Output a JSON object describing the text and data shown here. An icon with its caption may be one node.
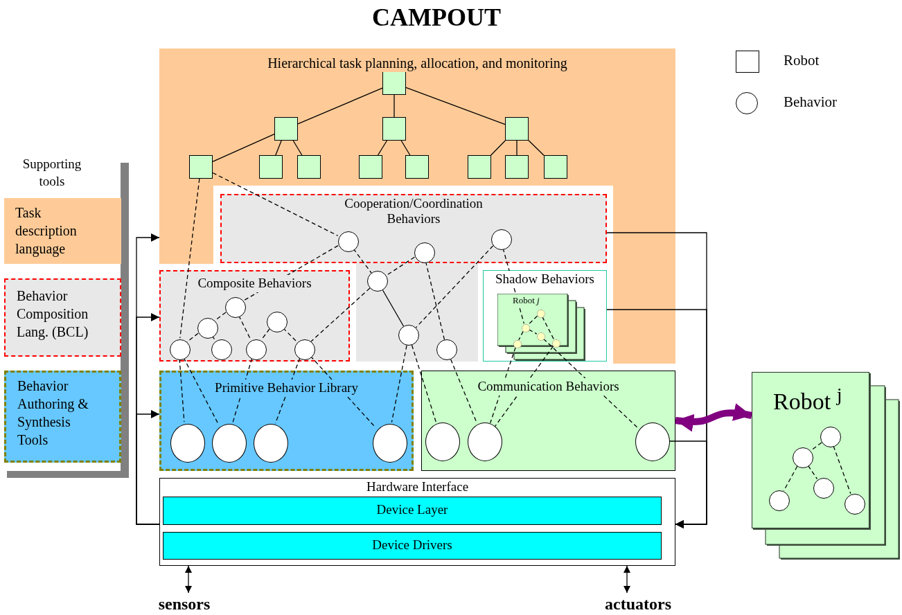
{
  "diagram": {
    "title": "CAMPOUT",
    "nodes": [
      {
        "text": [
          "Hierarchical task planning, allocation, and monitoring"
        ]
      },
      {
        "text": [],
        "shape": "box",
        "in": 0
      },
      {
        "text": [],
        "shape": "box",
        "in": 0
      },
      {
        "text": [],
        "shape": "box",
        "in": 0
      },
      {
        "text": [],
        "shape": "box",
        "in": 0
      },
      {
        "text": [],
        "shape": "box",
        "in": 0
      },
      {
        "text": [],
        "shape": "box",
        "in": 0
      },
      {
        "text": [],
        "shape": "box",
        "in": 0
      },
      {
        "text": [],
        "shape": "box",
        "in": 0
      },
      {
        "text": [],
        "shape": "box",
        "in": 0
      },
      {
        "text": [],
        "shape": "box",
        "in": 0
      },
      {
        "text": [],
        "shape": "box",
        "in": 0
      },
      {
        "text": [],
        "shape": "box",
        "in": 0
      },
      {
        "text": [
          "Cooperation/Coordination Behaviors"
        ],
        "in": 0
      },
      {
        "text": [],
        "shape": "circle",
        "in": 13
      },
      {
        "text": [],
        "shape": "circle",
        "in": 13
      },
      {
        "text": [],
        "shape": "circle",
        "in": 13
      },
      {
        "text": [],
        "shape": "circle",
        "in": 0
      },
      {
        "text": [],
        "shape": "circle",
        "in": 0
      },
      {
        "text": [],
        "shape": "circle",
        "in": 0
      },
      {
        "text": [
          "Composite Behaviors"
        ],
        "in": 0
      },
      {
        "text": [],
        "shape": "circle",
        "in": 20
      },
      {
        "text": [],
        "shape": "circle",
        "in": 20
      },
      {
        "text": [],
        "shape": "circle",
        "in": 20
      },
      {
        "text": [],
        "shape": "circle",
        "in": 20
      },
      {
        "text": [],
        "shape": "circle",
        "in": 20
      },
      {
        "text": [],
        "shape": "circle",
        "in": 20
      },
      {
        "text": [],
        "shape": "circle",
        "in": 20
      },
      {
        "text": [
          "Shadow Behaviors"
        ],
        "in": 0
      },
      {
        "text": [
          "Robot *j*"
        ],
        "in": 28
      },
      {
        "text": [],
        "shape": "circle",
        "in": 29
      },
      {
        "text": [],
        "shape": "circle",
        "in": 29
      },
      {
        "text": [],
        "shape": "circle",
        "in": 29
      },
      {
        "text": [],
        "shape": "circle",
        "in": 29
      },
      {
        "text": [],
        "shape": "circle",
        "in": 29
      },
      {
        "text": [
          "Primitive Behavior Library"
        ]
      },
      {
        "text": [],
        "shape": "circle",
        "in": 35
      },
      {
        "text": [],
        "shape": "circle",
        "in": 35
      },
      {
        "text": [],
        "shape": "circle",
        "in": 35
      },
      {
        "text": [],
        "shape": "circle",
        "in": 35
      },
      {
        "text": [
          "Communication Behaviors"
        ]
      },
      {
        "text": [],
        "shape": "circle",
        "in": 40
      },
      {
        "text": [],
        "shape": "circle",
        "in": 40
      },
      {
        "text": [],
        "shape": "circle",
        "in": 40
      },
      {
        "text": [
          "Hardware Interface"
        ]
      },
      {
        "text": [
          "Device Layer"
        ],
        "in": 44
      },
      {
        "text": [
          "Device Drivers"
        ],
        "in": 44
      },
      {
        "text": [
          "Robot $^{j}$"
        ]
      },
      {
        "text": [],
        "shape": "circle",
        "in": 47
      },
      {
        "text": [],
        "shape": "circle",
        "in": 47
      },
      {
        "text": [],
        "shape": "circle",
        "in": 47
      },
      {
        "text": [],
        "shape": "circle",
        "in": 47
      },
      {
        "text": [],
        "shape": "circle",
        "in": 47
      },
      {
        "text": [
          "Supporting tools"
        ]
      },
      {
        "text": [
          "Task description language"
        ]
      },
      {
        "text": [
          "Behavior Composition Lang. (BCL)"
        ]
      },
      {
        "text": [
          "Behavior Authoring & Synthesis Tools"
        ]
      },
      {
        "text": [
          "sensors"
        ]
      },
      {
        "text": [
          "actuators"
        ]
      }
    ],
    "edges": [
      {
        "from": 1,
        "to": 2,
        "arrow": "none"
      },
      {
        "from": 1,
        "to": 3,
        "arrow": "none"
      },
      {
        "from": 1,
        "to": 4,
        "arrow": "none"
      },
      {
        "from": 2,
        "to": 5,
        "arrow": "none"
      },
      {
        "from": 2,
        "to": 6,
        "arrow": "none"
      },
      {
        "from": 2,
        "to": 7,
        "arrow": "none"
      },
      {
        "from": 3,
        "to": 8,
        "arrow": "none"
      },
      {
        "from": 3,
        "to": 9,
        "arrow": "none"
      },
      {
        "from": 4,
        "to": 10,
        "arrow": "none"
      },
      {
        "from": 4,
        "to": 11,
        "arrow": "none"
      },
      {
        "from": 4,
        "to": 12,
        "arrow": "none"
      },
      {
        "from": 5,
        "to": 24,
        "arrow": "none",
        "style": "dashed"
      },
      {
        "from": 5,
        "to": 14,
        "arrow": "none",
        "style": "dashed"
      },
      {
        "from": 14,
        "to": 17,
        "arrow": "none",
        "style": "dashed"
      },
      {
        "from": 14,
        "to": 21,
        "arrow": "none",
        "style": "dashed"
      },
      {
        "from": 15,
        "to": 17,
        "arrow": "none",
        "style": "dashed"
      },
      {
        "from": 15,
        "to": 19,
        "arrow": "none",
        "style": "dashed"
      },
      {
        "from": 16,
        "to": 18,
        "arrow": "none",
        "style": "dashed"
      },
      {
        "from": 16,
        "to": 31,
        "arrow": "none",
        "style": "dashed"
      },
      {
        "from": 17,
        "to": 18,
        "arrow": "none"
      },
      {
        "from": 17,
        "to": 27,
        "arrow": "none",
        "style": "dashed"
      },
      {
        "from": 21,
        "to": 22,
        "arrow": "none",
        "style": "dashed"
      },
      {
        "from": 21,
        "to": 26,
        "arrow": "none",
        "style": "dashed"
      },
      {
        "from": 22,
        "to": 24,
        "arrow": "none",
        "style": "dashed"
      },
      {
        "from": 22,
        "to": 25,
        "arrow": "none",
        "style": "dashed"
      },
      {
        "from": 23,
        "to": 26,
        "arrow": "none",
        "style": "dashed"
      },
      {
        "from": 23,
        "to": 27,
        "arrow": "none",
        "style": "dashed"
      },
      {
        "from": 24,
        "to": 36,
        "arrow": "none",
        "style": "dashed"
      },
      {
        "from": 24,
        "to": 37,
        "arrow": "none",
        "style": "dashed"
      },
      {
        "from": 26,
        "to": 37,
        "arrow": "none",
        "style": "dashed"
      },
      {
        "from": 27,
        "to": 38,
        "arrow": "none",
        "style": "dashed"
      },
      {
        "from": 27,
        "to": 39,
        "arrow": "none",
        "style": "dashed"
      },
      {
        "from": 18,
        "to": 39,
        "arrow": "none",
        "style": "dashed"
      },
      {
        "from": 18,
        "to": 41,
        "arrow": "none",
        "style": "dashed"
      },
      {
        "from": 19,
        "to": 42,
        "arrow": "none",
        "style": "dashed"
      },
      {
        "from": 33,
        "to": 42,
        "arrow": "none",
        "style": "dashed"
      },
      {
        "from": 34,
        "to": 42,
        "arrow": "none",
        "style": "dashed"
      },
      {
        "from": 32,
        "to": 43,
        "arrow": "none",
        "style": "dashed"
      },
      {
        "from": 30,
        "to": 31,
        "arrow": "none",
        "style": "dashed"
      },
      {
        "from": 30,
        "to": 34,
        "arrow": "none",
        "style": "dashed"
      },
      {
        "from": 31,
        "to": 32,
        "arrow": "none",
        "style": "dashed"
      },
      {
        "from": 31,
        "to": 33,
        "arrow": "none",
        "style": "dashed"
      },
      {
        "from": 48,
        "to": 49,
        "arrow": "none",
        "style": "dashed"
      },
      {
        "from": 48,
        "to": 52,
        "arrow": "none",
        "style": "dashed"
      },
      {
        "from": 49,
        "to": 50,
        "arrow": "none",
        "style": "dashed"
      },
      {
        "from": 49,
        "to": 51,
        "arrow": "none",
        "style": "dashed"
      },
      {
        "from": 44,
        "to": 0,
        "arrow": "to"
      },
      {
        "from": 44,
        "to": 20,
        "arrow": "to"
      },
      {
        "from": 44,
        "to": 35,
        "arrow": "to"
      },
      {
        "from": 13,
        "to": 44,
        "arrow": "to"
      },
      {
        "from": 28,
        "to": 44,
        "arrow": "to"
      },
      {
        "from": 43,
        "to": 44,
        "arrow": "to"
      },
      {
        "from": 40,
        "to": 47,
        "arrow": "both",
        "style": "thick",
        "color": "#800080"
      },
      {
        "from": 44,
        "to": 57,
        "arrow": "both"
      },
      {
        "from": 44,
        "to": 58,
        "arrow": "both"
      }
    ],
    "legend": [
      {
        "text": "Robot"
      },
      {
        "text": "Behavior"
      }
    ]
  }
}
